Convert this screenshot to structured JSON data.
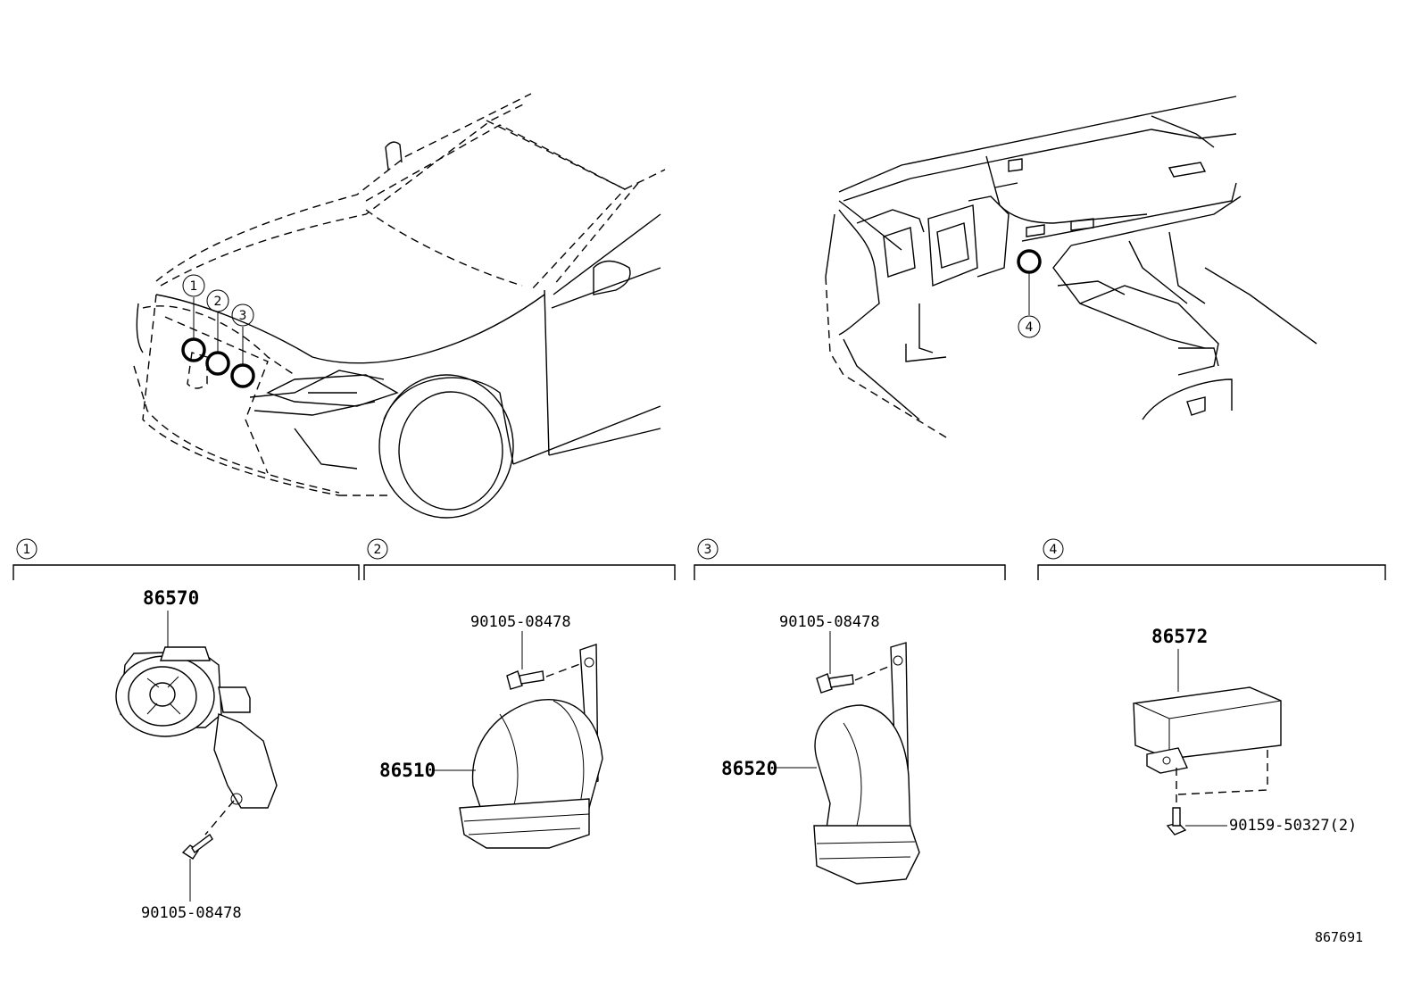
{
  "callouts": {
    "c1": "1",
    "c2": "2",
    "c3": "3",
    "c4": "4"
  },
  "sections": [
    {
      "num": "1",
      "parts": [
        "86570",
        "90105-08478"
      ]
    },
    {
      "num": "2",
      "parts": [
        "90105-08478",
        "86510"
      ]
    },
    {
      "num": "3",
      "parts": [
        "90105-08478",
        "86520"
      ]
    },
    {
      "num": "4",
      "parts": [
        "86572",
        "90159-50327(2)"
      ]
    }
  ],
  "diagram_ref": "867691"
}
